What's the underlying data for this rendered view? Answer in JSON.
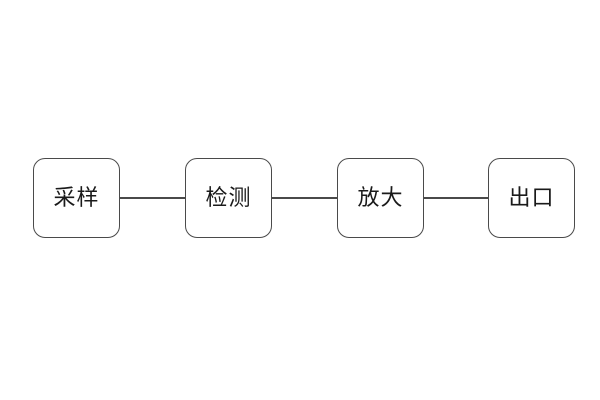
{
  "diagram": {
    "type": "flowchart",
    "direction": "horizontal",
    "nodes": [
      {
        "id": "node-1",
        "label": "采样"
      },
      {
        "id": "node-2",
        "label": "检测"
      },
      {
        "id": "node-3",
        "label": "放大"
      },
      {
        "id": "node-4",
        "label": "出口"
      }
    ],
    "connections": [
      {
        "from": "采样",
        "to": "检测"
      },
      {
        "from": "检测",
        "to": "放大"
      },
      {
        "from": "放大",
        "to": "出口"
      }
    ],
    "colors": {
      "background": "#ffffff",
      "node_fill": "#ffffff",
      "node_border": "#4a4a4a",
      "connector": "#4a4a4a",
      "text": "#1a1a1a"
    }
  }
}
